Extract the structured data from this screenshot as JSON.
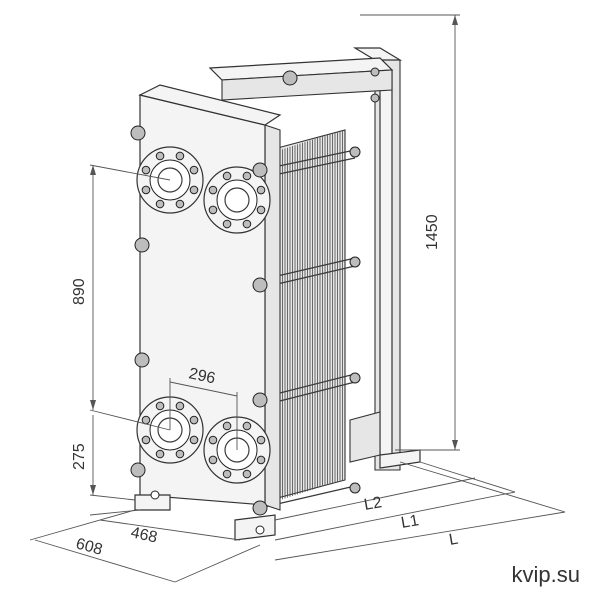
{
  "dimensions": {
    "height_total": "1450",
    "port_spacing_vertical": "890",
    "port_spacing_horizontal": "296",
    "bottom_port_height": "275",
    "width_outer": "608",
    "width_inner": "468",
    "length_L": "L",
    "length_L1": "L1",
    "length_L2": "L2"
  },
  "watermark": "kvip.su"
}
